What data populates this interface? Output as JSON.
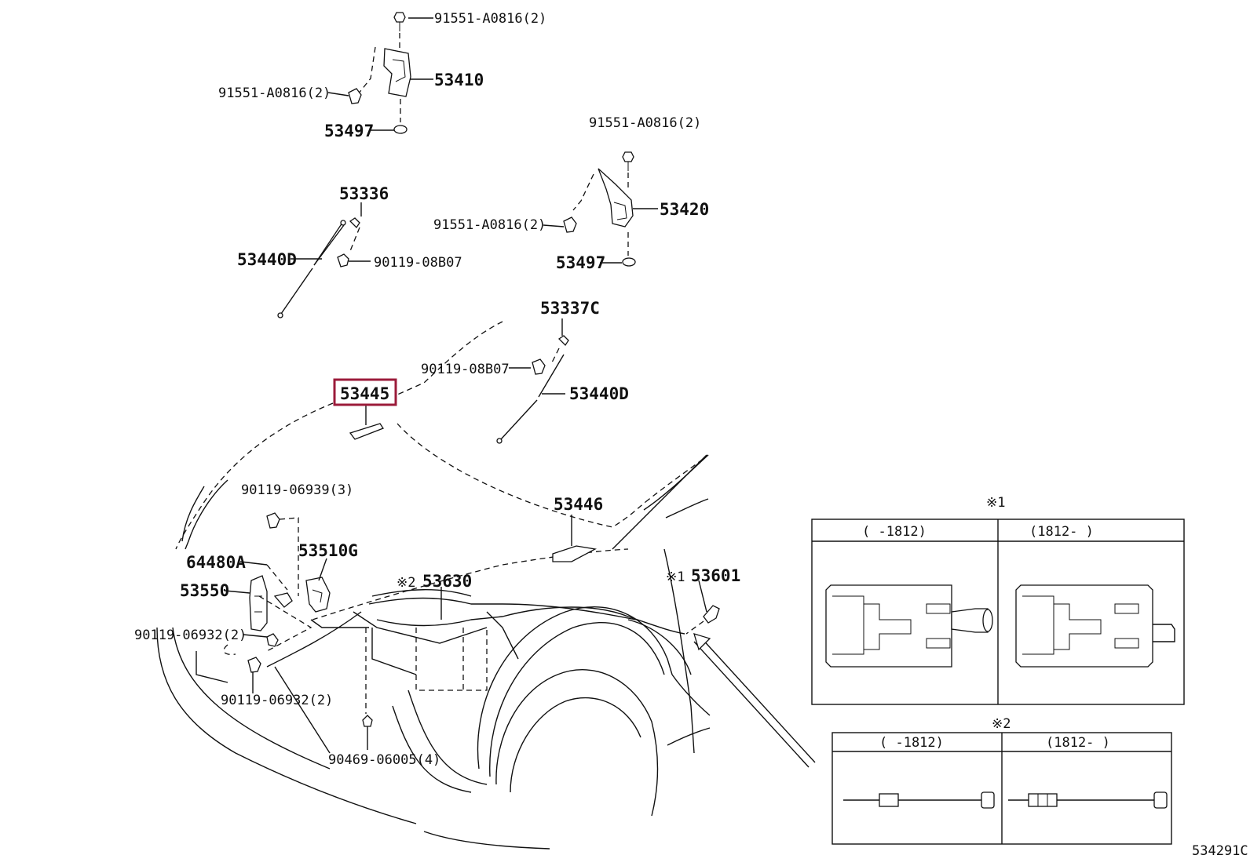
{
  "diagram_id": "534291C",
  "highlighted_part": "53445",
  "labels": {
    "bolt_top_1": "91551-A0816(2)",
    "hinge_lh": "53410",
    "bolt_left_1": "91551-A0816(2)",
    "washer_1": "53497",
    "bolt_top_2": "91551-A0816(2)",
    "retainer_1": "53336",
    "hinge_rh": "53420",
    "bolt_left_2": "91551-A0816(2)",
    "stay_1": "53440D",
    "bolt_stay_1": "90119-08B07",
    "washer_2": "53497",
    "retainer_2": "53337C",
    "bolt_stay_2": "90119-08B07",
    "part_53445": "53445",
    "stay_2": "53440D",
    "bolt_lock_1": "90119-06939(3)",
    "insulator": "53446",
    "support": "53510G",
    "switch": "64480A",
    "lock": "53550",
    "cable": "53630",
    "cable_mark": "※2",
    "lever": "53601",
    "lever_mark": "※1",
    "bolt_lock_2": "90119-06932(2)",
    "bolt_lock_3": "90119-06932(2)",
    "clip": "90469-06005(4)"
  },
  "inset_1": {
    "title": "※1",
    "col_left": "(      -1812)",
    "col_right": "(1812-      )"
  },
  "inset_2": {
    "title": "※2",
    "col_left": "(      -1812)",
    "col_right": "(1812-      )"
  }
}
